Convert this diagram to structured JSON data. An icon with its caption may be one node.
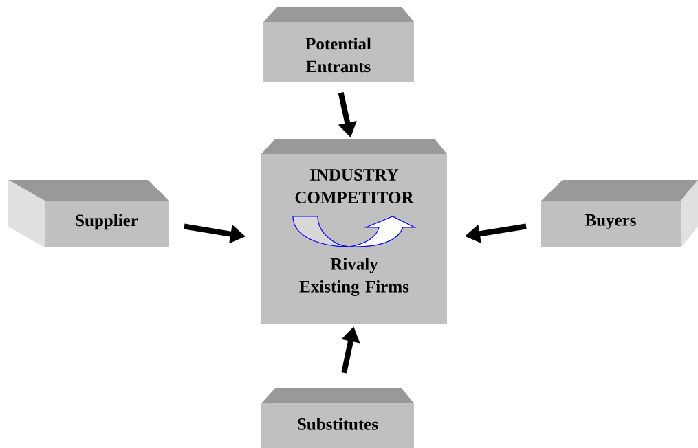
{
  "diagram": {
    "nodes": [
      {
        "text": [
          "Potential Entrants"
        ]
      },
      {
        "text": [
          "INDUSTRY COMPETITOR",
          "Rivaly Existing Firms"
        ]
      },
      {
        "text": [
          "Supplier"
        ]
      },
      {
        "text": [
          "Buyers"
        ]
      },
      {
        "text": [
          "Substitutes"
        ]
      }
    ],
    "edges": [
      {
        "from": 0,
        "to": 1,
        "arrow": "to"
      },
      {
        "from": 2,
        "to": 1,
        "arrow": "to"
      },
      {
        "from": 3,
        "to": 1,
        "arrow": "to"
      },
      {
        "from": 4,
        "to": 1,
        "arrow": "to"
      }
    ]
  }
}
